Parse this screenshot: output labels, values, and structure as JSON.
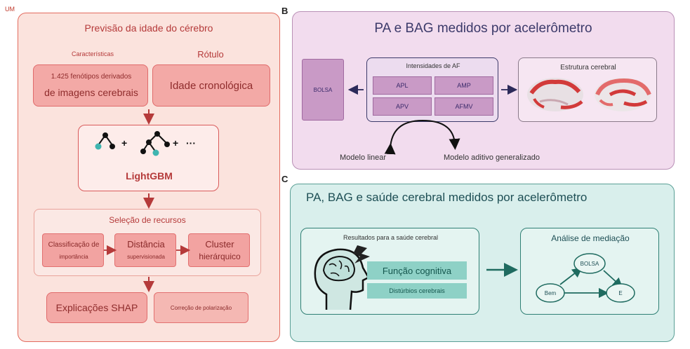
{
  "labels": {
    "a": "UM",
    "b": "B",
    "c": "C"
  },
  "panelA": {
    "title": "Previsão da idade do cérebro",
    "features_label": "Características",
    "label_label": "Rótulo",
    "features_box": {
      "line1": "1.425 fenótipos derivados",
      "line2": "de imagens cerebrais"
    },
    "label_box": "Idade cronológica",
    "model": "LightGBM",
    "plus1": "+",
    "plus2": "+",
    "ellipsis": "···",
    "selection_title": "Seleção de recursos",
    "sel1": {
      "line1": "Classificação de",
      "line2": "importância"
    },
    "sel2": {
      "line1": "Distância",
      "line2": "supervisionada"
    },
    "sel3": {
      "line1": "Cluster",
      "line2": "hierárquico"
    },
    "shap": "Explicações SHAP",
    "bias": "Correção de polarização"
  },
  "panelB": {
    "title": "PA e BAG medidos por acelerômetro",
    "bolsa": "BOLSA",
    "intensities_title": "Intensidades de AF",
    "cells": [
      "APL",
      "AMP",
      "APV",
      "AFMV"
    ],
    "structure_title": "Estrutura cerebral",
    "linear": "Modelo linear",
    "gam": "Modelo aditivo generalizado"
  },
  "panelC": {
    "title": "PA, BAG e saúde cerebral medidos por acelerômetro",
    "outcomes_title": "Resultados para a saúde cerebral",
    "cognitive": "Função cognitiva",
    "disorders": "Distúrbios cerebrais",
    "mediation_title": "Análise de mediação",
    "node_top": "BOLSA",
    "node_left": "Bem",
    "node_right": "E"
  },
  "colors": {
    "red": "#e36b5e",
    "purple": "#b990b6",
    "teal": "#5a9f95",
    "dark_red": "#b53a3a"
  }
}
